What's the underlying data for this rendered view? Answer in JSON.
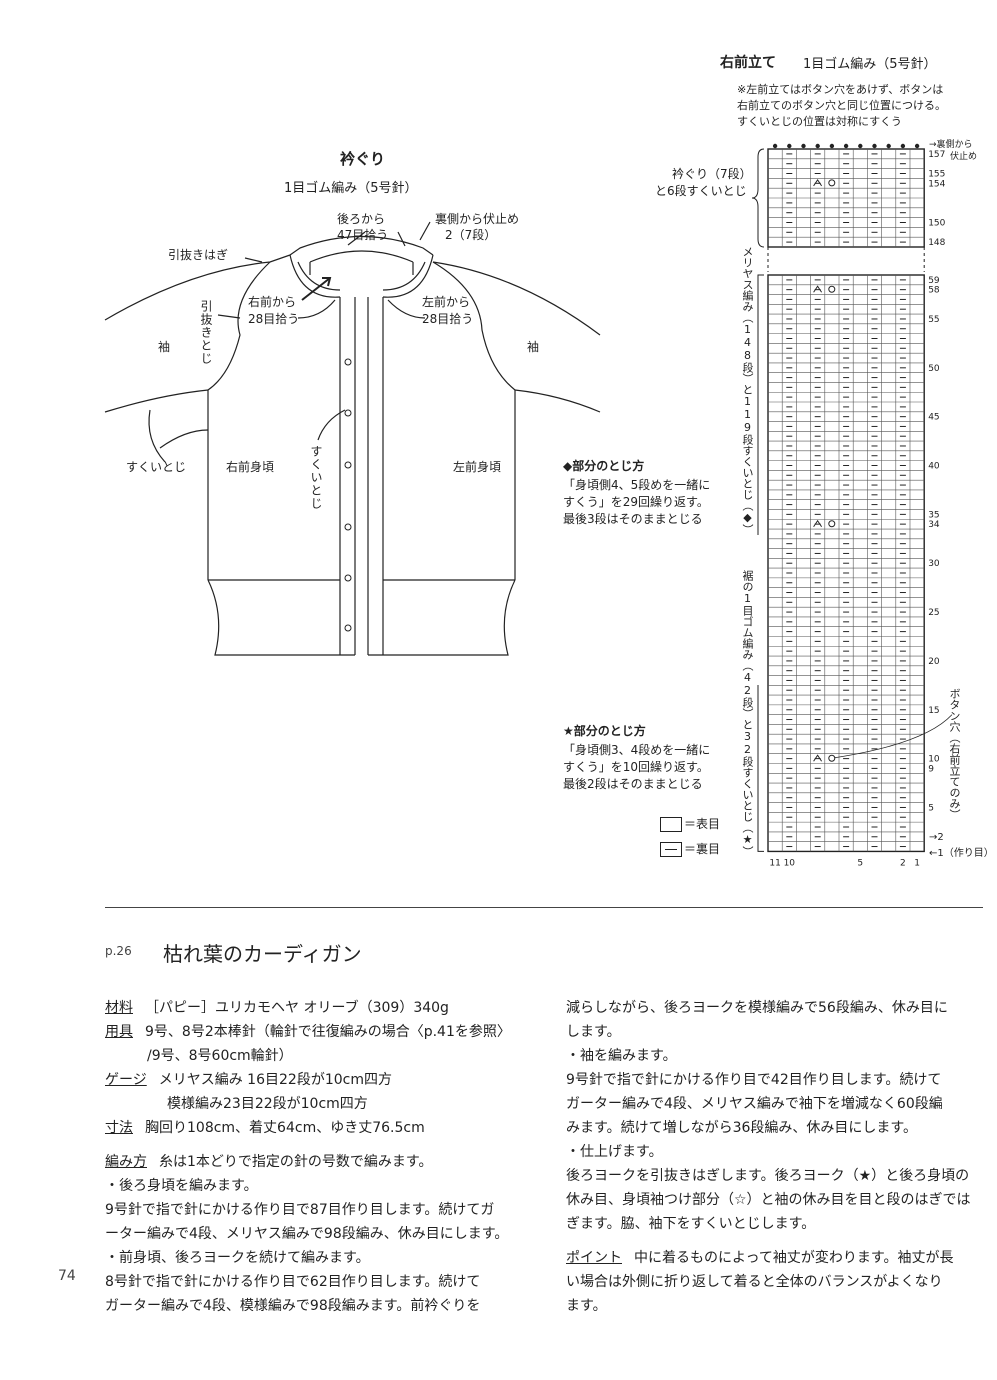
{
  "diagram": {
    "neckband_title": "衿ぐり",
    "neckband_sub": "1目ゴム編み（5号針）",
    "back_pick": [
      "後ろから",
      "47目拾う"
    ],
    "bindoff": [
      "裏側から伏止め",
      "2（7段）"
    ],
    "hikinuki_hagi": "引抜きはぎ",
    "right_front_pick": [
      "右前から",
      "28目拾う"
    ],
    "left_front_pick": [
      "左前から",
      "28目拾う"
    ],
    "hikinuki_toji": "引抜きとじ",
    "sleeve_left": "袖",
    "sleeve_right": "袖",
    "sukui_toji": "すくいとじ",
    "right_front_body": "右前身頃",
    "center_sukui_toji": "すくいとじ",
    "left_front_body": "左前身頃"
  },
  "chart": {
    "title": "右前立て",
    "title_sub": "1目ゴム編み（5号針）",
    "note": [
      "※左前立てはボタン穴をあけず、ボタンは",
      "右前立てのボタン穴と同じ位置につける。",
      "すくいとじの位置は対称にすくう"
    ],
    "neck_label": [
      "衿ぐり（7段）",
      "と6段すくいとじ"
    ],
    "stockinette_label": "メリヤス編み（148段）と119段すくいとじ（◆）",
    "hem_label": "裾の1目ゴム編み（42段）と32段すくいとじ（★）",
    "top_right_note": [
      "→裏側から",
      "伏止め"
    ],
    "buttonhole_note": "ボタン穴（右前立てのみ）",
    "row_labels_top": [
      "157",
      "155",
      "154",
      "150",
      "148"
    ],
    "row_labels_main": [
      "59",
      "58",
      "55",
      "50",
      "45",
      "40",
      "35",
      "34",
      "30",
      "25",
      "20",
      "15",
      "10",
      "9",
      "5"
    ],
    "bottom_row_labels": [
      "→2",
      "←1（作り目）"
    ],
    "col_labels": [
      "11",
      "10",
      "5",
      "2",
      "1"
    ]
  },
  "diamond_note": {
    "title": "◆部分のとじ方",
    "lines": [
      "「身頃側4、5段めを一緒に",
      "すくう」を29回繰り返す。",
      "最後3段はそのままとじる"
    ]
  },
  "star_note": {
    "title": "★部分のとじ方",
    "lines": [
      "「身頃側3、4段めを一緒に",
      "すくう」を10回繰り返す。",
      "最後2段はそのままとじる"
    ]
  },
  "legend": {
    "knit": "＝表目",
    "purl": "＝裏目"
  },
  "article": {
    "page_ref": "p.26",
    "title": "枯れ葉のカーディガン",
    "page_number": "74",
    "left_column": [
      {
        "label": "材料",
        "text": "［パピー］ユリカモヘヤ オリーブ（309）340g"
      },
      {
        "label": "用具",
        "text": "9号、8号2本棒針（輪針で往復編みの場合〈p.41を参照〉"
      },
      {
        "label": "",
        "text": "/9号、8号60cm輪針）",
        "indent": true
      },
      {
        "label": "ゲージ",
        "text": "メリヤス編み 16目22段が10cm四方"
      },
      {
        "label": "",
        "text": "模様編み23目22段が10cm四方",
        "indent2": true
      },
      {
        "label": "寸法",
        "text": "胸回り108cm、着丈64cm、ゆき丈76.5cm"
      },
      {
        "label": "編み方",
        "text": "糸は1本どりで指定の針の号数で編みます。",
        "gap": true
      },
      {
        "label": "",
        "text": "・後ろ身頃を編みます。"
      },
      {
        "label": "",
        "text": "9号針で指で針にかける作り目で87目作り目します。続けてガ"
      },
      {
        "label": "",
        "text": "ーター編みで4段、メリヤス編みで98段編み、休み目にします。"
      },
      {
        "label": "",
        "text": "・前身頃、後ろヨークを続けて編みます。"
      },
      {
        "label": "",
        "text": "8号針で指で針にかける作り目で62目作り目します。続けて"
      },
      {
        "label": "",
        "text": "ガーター編みで4段、模様編みで98段編みます。前衿ぐりを"
      }
    ],
    "right_column": [
      {
        "label": "",
        "text": "減らしながら、後ろヨークを模様編みで56段編み、休み目に"
      },
      {
        "label": "",
        "text": "します。"
      },
      {
        "label": "",
        "text": "・袖を編みます。"
      },
      {
        "label": "",
        "text": "9号針で指で針にかける作り目で42目作り目します。続けて"
      },
      {
        "label": "",
        "text": "ガーター編みで4段、メリヤス編みで袖下を増減なく60段編"
      },
      {
        "label": "",
        "text": "みます。続けて増しながら36段編み、休み目にします。"
      },
      {
        "label": "",
        "text": "・仕上げます。"
      },
      {
        "label": "",
        "text": "後ろヨークを引抜きはぎします。後ろヨーク（★）と後ろ身頃の"
      },
      {
        "label": "",
        "text": "休み目、身頃袖つけ部分（☆）と袖の休み目を目と段のはぎでは"
      },
      {
        "label": "",
        "text": "ぎます。脇、袖下をすくいとじします。"
      },
      {
        "label": "ポイント",
        "text": "中に着るものによって袖丈が変わります。袖丈が長",
        "gap": true
      },
      {
        "label": "",
        "text": "い場合は外側に折り返して着ると全体のバランスがよくなり"
      },
      {
        "label": "",
        "text": "ます。"
      }
    ]
  }
}
